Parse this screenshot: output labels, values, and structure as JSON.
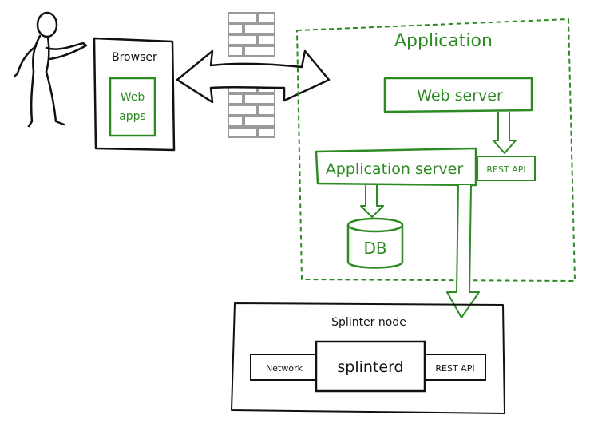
{
  "browser": {
    "title": "Browser",
    "webapps_line1": "Web",
    "webapps_line2": "apps"
  },
  "application": {
    "title": "Application",
    "web_server": "Web server",
    "app_server": "Application server",
    "rest_api": "REST API",
    "db": "DB"
  },
  "splinter": {
    "title": "Splinter node",
    "network": "Network",
    "daemon": "splinterd",
    "rest_api": "REST API"
  },
  "colors": {
    "green": "#2e8b24",
    "black": "#111111",
    "gray": "#9a9a9a"
  },
  "icons": {
    "user": "stick-figure-icon",
    "firewall": "brick-wall-icon",
    "connection": "double-arrow-icon"
  }
}
